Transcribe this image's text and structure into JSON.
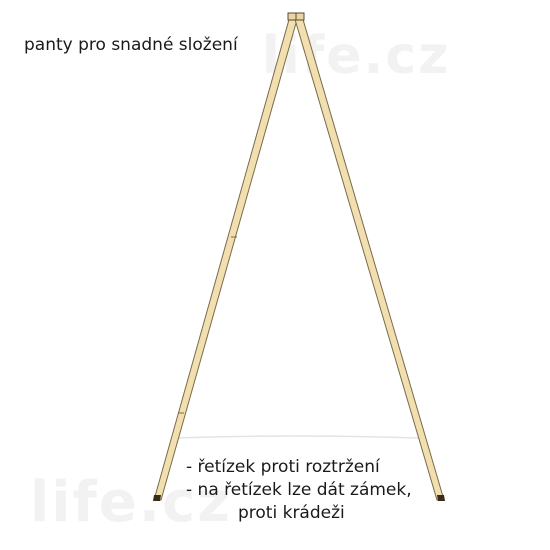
{
  "labels": {
    "hinge": "panty pro snadné složení",
    "chain_line1": "- řetízek proti roztržení",
    "chain_line2": "- na řetízek lze dát zámek,",
    "chain_line3": "proti krádeži"
  },
  "watermark": {
    "top": "life.cz",
    "bottom": "life.cz"
  },
  "colors": {
    "wood": "#f1dfb0",
    "wood_edge": "#7a6a48",
    "chain": "#e4e4e4",
    "foot": "#3a2a1a"
  }
}
